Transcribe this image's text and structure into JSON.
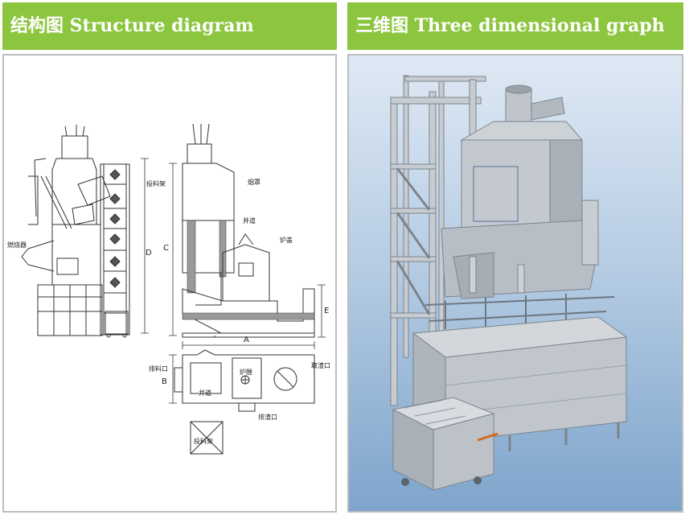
{
  "panels": {
    "left": {
      "title": "结构图 Structure diagram",
      "labels": {
        "burner": "燃烧器",
        "feed_frame_top": "投料架",
        "chimney": "烟罩",
        "well_channel_side": "井道",
        "furnace_cover": "炉盖",
        "discharge_port": "排料口",
        "well_channel_plan": "井道",
        "furnace_chamber": "炉膛",
        "slag_scooping_port": "取渣口",
        "slag_discharge_port": "排渣口",
        "feed_frame_bottom": "投料架"
      },
      "dimensions": {
        "a": "A",
        "b": "B",
        "c": "C",
        "d": "D",
        "e": "E"
      }
    },
    "right": {
      "title": "三维图 Three dimensional graph"
    }
  }
}
